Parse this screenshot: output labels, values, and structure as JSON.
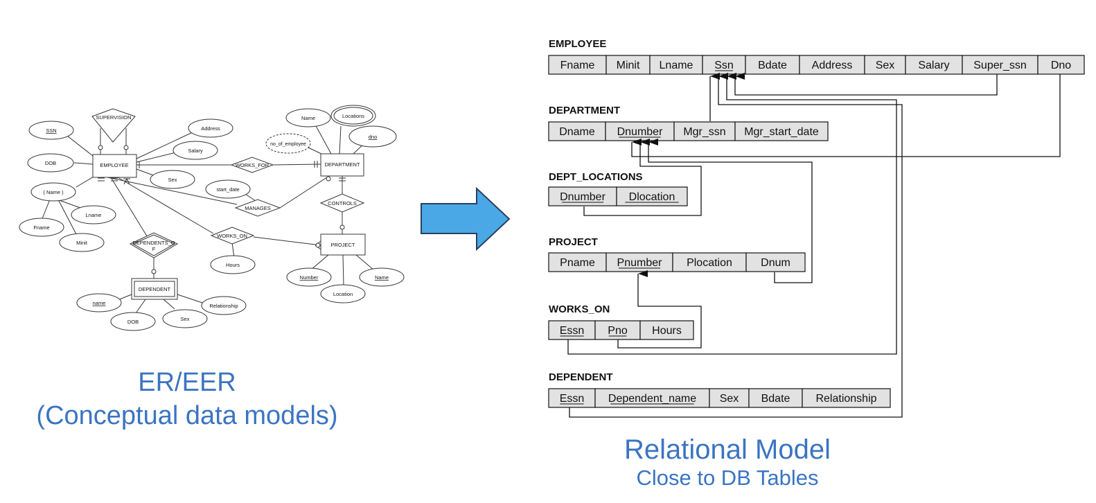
{
  "er": {
    "entities": {
      "employee": "EMPLOYEE",
      "department": "DEPARTMENT",
      "project": "PROJECT",
      "dependent": "DEPENDENT"
    },
    "relationships": {
      "supervision": "SUPERVISION",
      "works_for": "WORKS_FOR",
      "manages": "MANAGES",
      "controls": "CONTROLS",
      "works_on": "WORKS_ON",
      "dependents_of_line1": "DEPENDENTS_O",
      "dependents_of_line2": "F"
    },
    "attributes": {
      "ssn": "SSN",
      "dob": "DOB",
      "name": "( Name )",
      "fname": "Fname",
      "minit": "Minit",
      "lname": "Lname",
      "address": "Address",
      "salary": "Salary",
      "sex": "Sex",
      "dept_name": "Name",
      "locations": "Locations",
      "dno": "dno",
      "no_of_employee": "no_of_employee",
      "start_date": "start_date",
      "hours": "Hours",
      "proj_number": "Number",
      "proj_location": "Location",
      "proj_name": "Name",
      "dep_name": "name",
      "dep_dob": "DOB",
      "dep_sex": "Sex",
      "relationship": "Relationship"
    }
  },
  "relational": {
    "tables": [
      {
        "name": "EMPLOYEE",
        "columns": [
          "Fname",
          "Minit",
          "Lname",
          "Ssn",
          "Bdate",
          "Address",
          "Sex",
          "Salary",
          "Super_ssn",
          "Dno"
        ]
      },
      {
        "name": "DEPARTMENT",
        "columns": [
          "Dname",
          "Dnumber",
          "Mgr_ssn",
          "Mgr_start_date"
        ]
      },
      {
        "name": "DEPT_LOCATIONS",
        "columns": [
          "Dnumber",
          "Dlocation"
        ]
      },
      {
        "name": "PROJECT",
        "columns": [
          "Pname",
          "Pnumber",
          "Plocation",
          "Dnum"
        ]
      },
      {
        "name": "WORKS_ON",
        "columns": [
          "Essn",
          "Pno",
          "Hours"
        ]
      },
      {
        "name": "DEPENDENT",
        "columns": [
          "Essn",
          "Dependent_name",
          "Sex",
          "Bdate",
          "Relationship"
        ]
      }
    ]
  },
  "captions": {
    "left_line1": "ER/EER",
    "left_line2": "(Conceptual data models)",
    "right_line1": "Relational Model",
    "right_line2": "Close to DB Tables"
  },
  "colors": {
    "arrow_fill": "#4aa8e6",
    "arrow_stroke": "#2a3f5a",
    "caption": "#3b74c2",
    "cell_fill": "#e2e2e2"
  }
}
